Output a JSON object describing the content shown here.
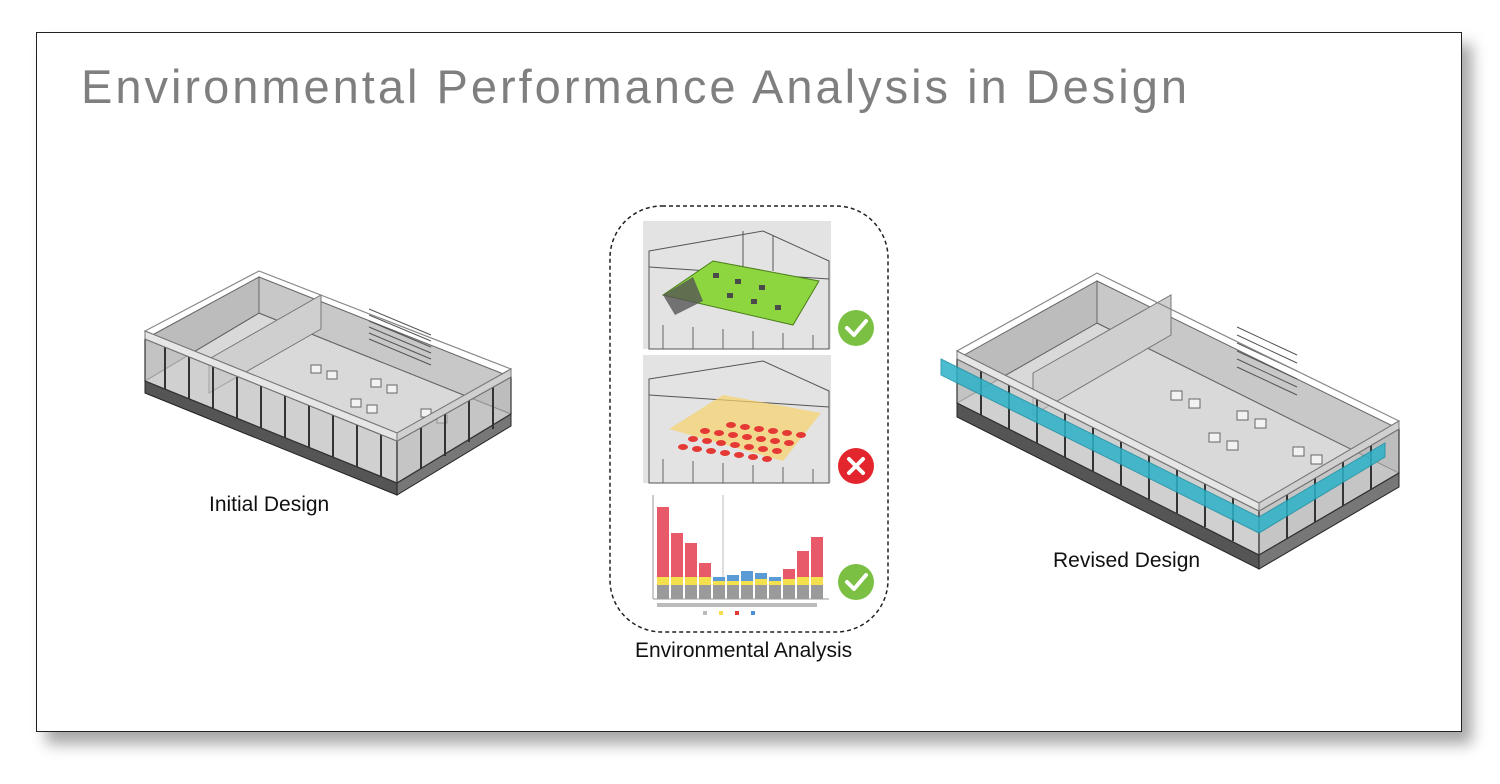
{
  "slide": {
    "title": "Environmental Performance Analysis in Design"
  },
  "captions": {
    "initial": "Initial Design",
    "analysis": "Environmental Analysis",
    "revised": "Revised Design"
  },
  "analysis_panels": [
    {
      "name": "daylight-area-panel",
      "result": "pass",
      "color": "#8ed63f"
    },
    {
      "name": "lighting-grid-panel",
      "result": "fail",
      "color": "#e53935"
    },
    {
      "name": "energy-chart-panel",
      "result": "pass",
      "color": "#7bc043"
    }
  ],
  "icons": {
    "pass": "check-circle-icon",
    "fail": "cross-circle-icon"
  },
  "colors": {
    "title": "#7f7f7f",
    "shading_device": "#2bb3c8",
    "pass": "#7bc043",
    "fail": "#e3262e"
  }
}
